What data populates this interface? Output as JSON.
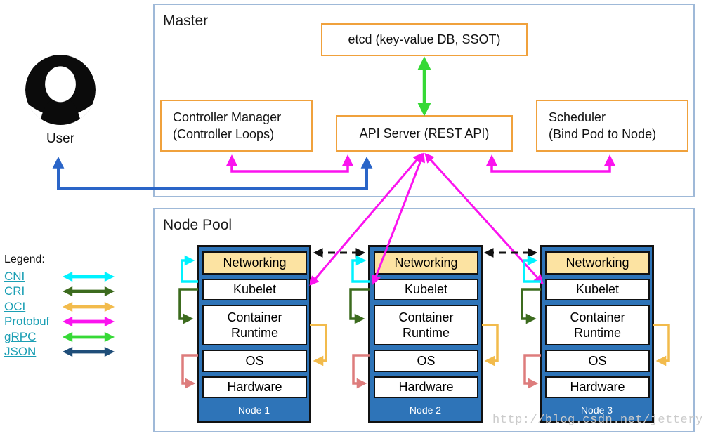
{
  "master": {
    "title": "Master",
    "etcd_label": "etcd (key-value DB, SSOT)",
    "api_server_label": "API Server (REST API)",
    "controller_manager_line1": "Controller Manager",
    "controller_manager_line2": "(Controller Loops)",
    "scheduler_line1": "Scheduler",
    "scheduler_line2": "(Bind Pod to Node)"
  },
  "user": {
    "label": "User"
  },
  "node_pool": {
    "title": "Node Pool",
    "nodes": [
      {
        "label": "Node 1",
        "layers": {
          "networking": "Networking",
          "kubelet": "Kubelet",
          "runtime": "Container Runtime",
          "os": "OS",
          "hardware": "Hardware"
        }
      },
      {
        "label": "Node 2",
        "layers": {
          "networking": "Networking",
          "kubelet": "Kubelet",
          "runtime": "Container Runtime",
          "os": "OS",
          "hardware": "Hardware"
        }
      },
      {
        "label": "Node 3",
        "layers": {
          "networking": "Networking",
          "kubelet": "Kubelet",
          "runtime": "Container Runtime",
          "os": "OS",
          "hardware": "Hardware"
        }
      }
    ]
  },
  "legend": {
    "title": "Legend:",
    "items": [
      {
        "label": "CNI",
        "color": "#00f2ff"
      },
      {
        "label": "CRI",
        "color": "#3c6b1e"
      },
      {
        "label": "OCI",
        "color": "#f2bb4c"
      },
      {
        "label": "Protobuf",
        "color": "#fb13ef"
      },
      {
        "label": "gRPC",
        "color": "#36d936"
      },
      {
        "label": "JSON",
        "color": "#1f4e79"
      }
    ]
  },
  "colors": {
    "orange_box_border": "#f0a13c",
    "container_border": "#9fb9d8",
    "node_fill": "#2e74b8",
    "networking_fill": "#fce3a2",
    "user_json_arrow": "#2a65c8",
    "os_hardware_arrow": "#dd7c7c",
    "inter_node_dashed_arrow": "#111111",
    "watermark_text": "#cbcbcb",
    "legend_link": "#1b9fb4"
  },
  "watermark": "http://blog.csdn.net/jettery"
}
